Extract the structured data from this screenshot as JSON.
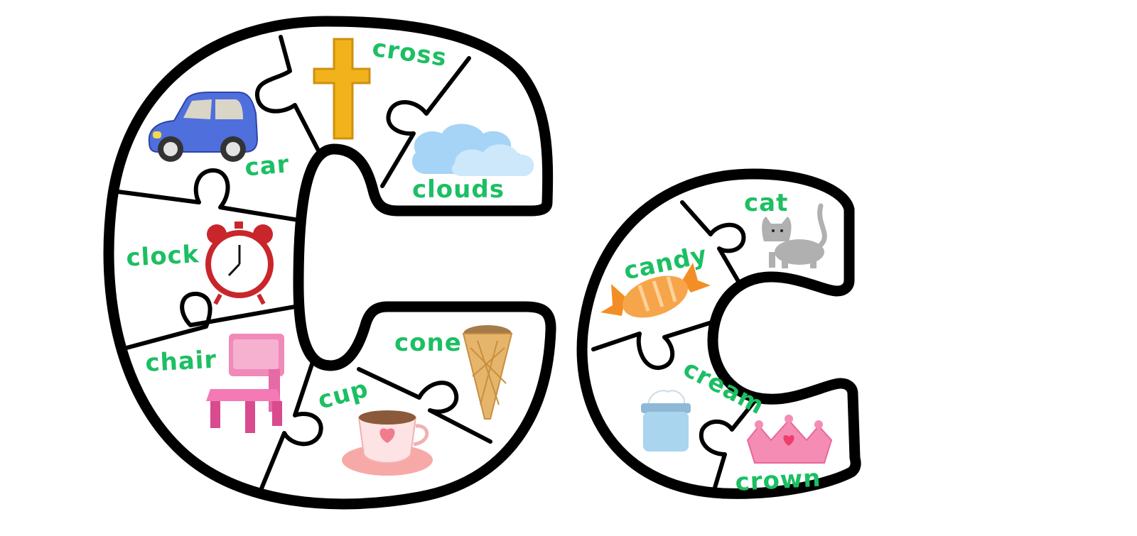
{
  "puzzle": {
    "uppercase_words": [
      "cross",
      "car",
      "clouds",
      "clock",
      "chair",
      "cone",
      "cup"
    ],
    "lowercase_words": [
      "cat",
      "candy",
      "cream",
      "crown"
    ]
  },
  "colors": {
    "word_text": "#1cbf63",
    "outline": "#000000",
    "background": "#ffffff"
  },
  "icons": [
    "car-icon",
    "cross-icon",
    "clouds-icon",
    "clock-icon",
    "chair-icon",
    "cup-icon",
    "cone-icon",
    "cat-icon",
    "candy-icon",
    "cream-icon",
    "crown-icon"
  ]
}
